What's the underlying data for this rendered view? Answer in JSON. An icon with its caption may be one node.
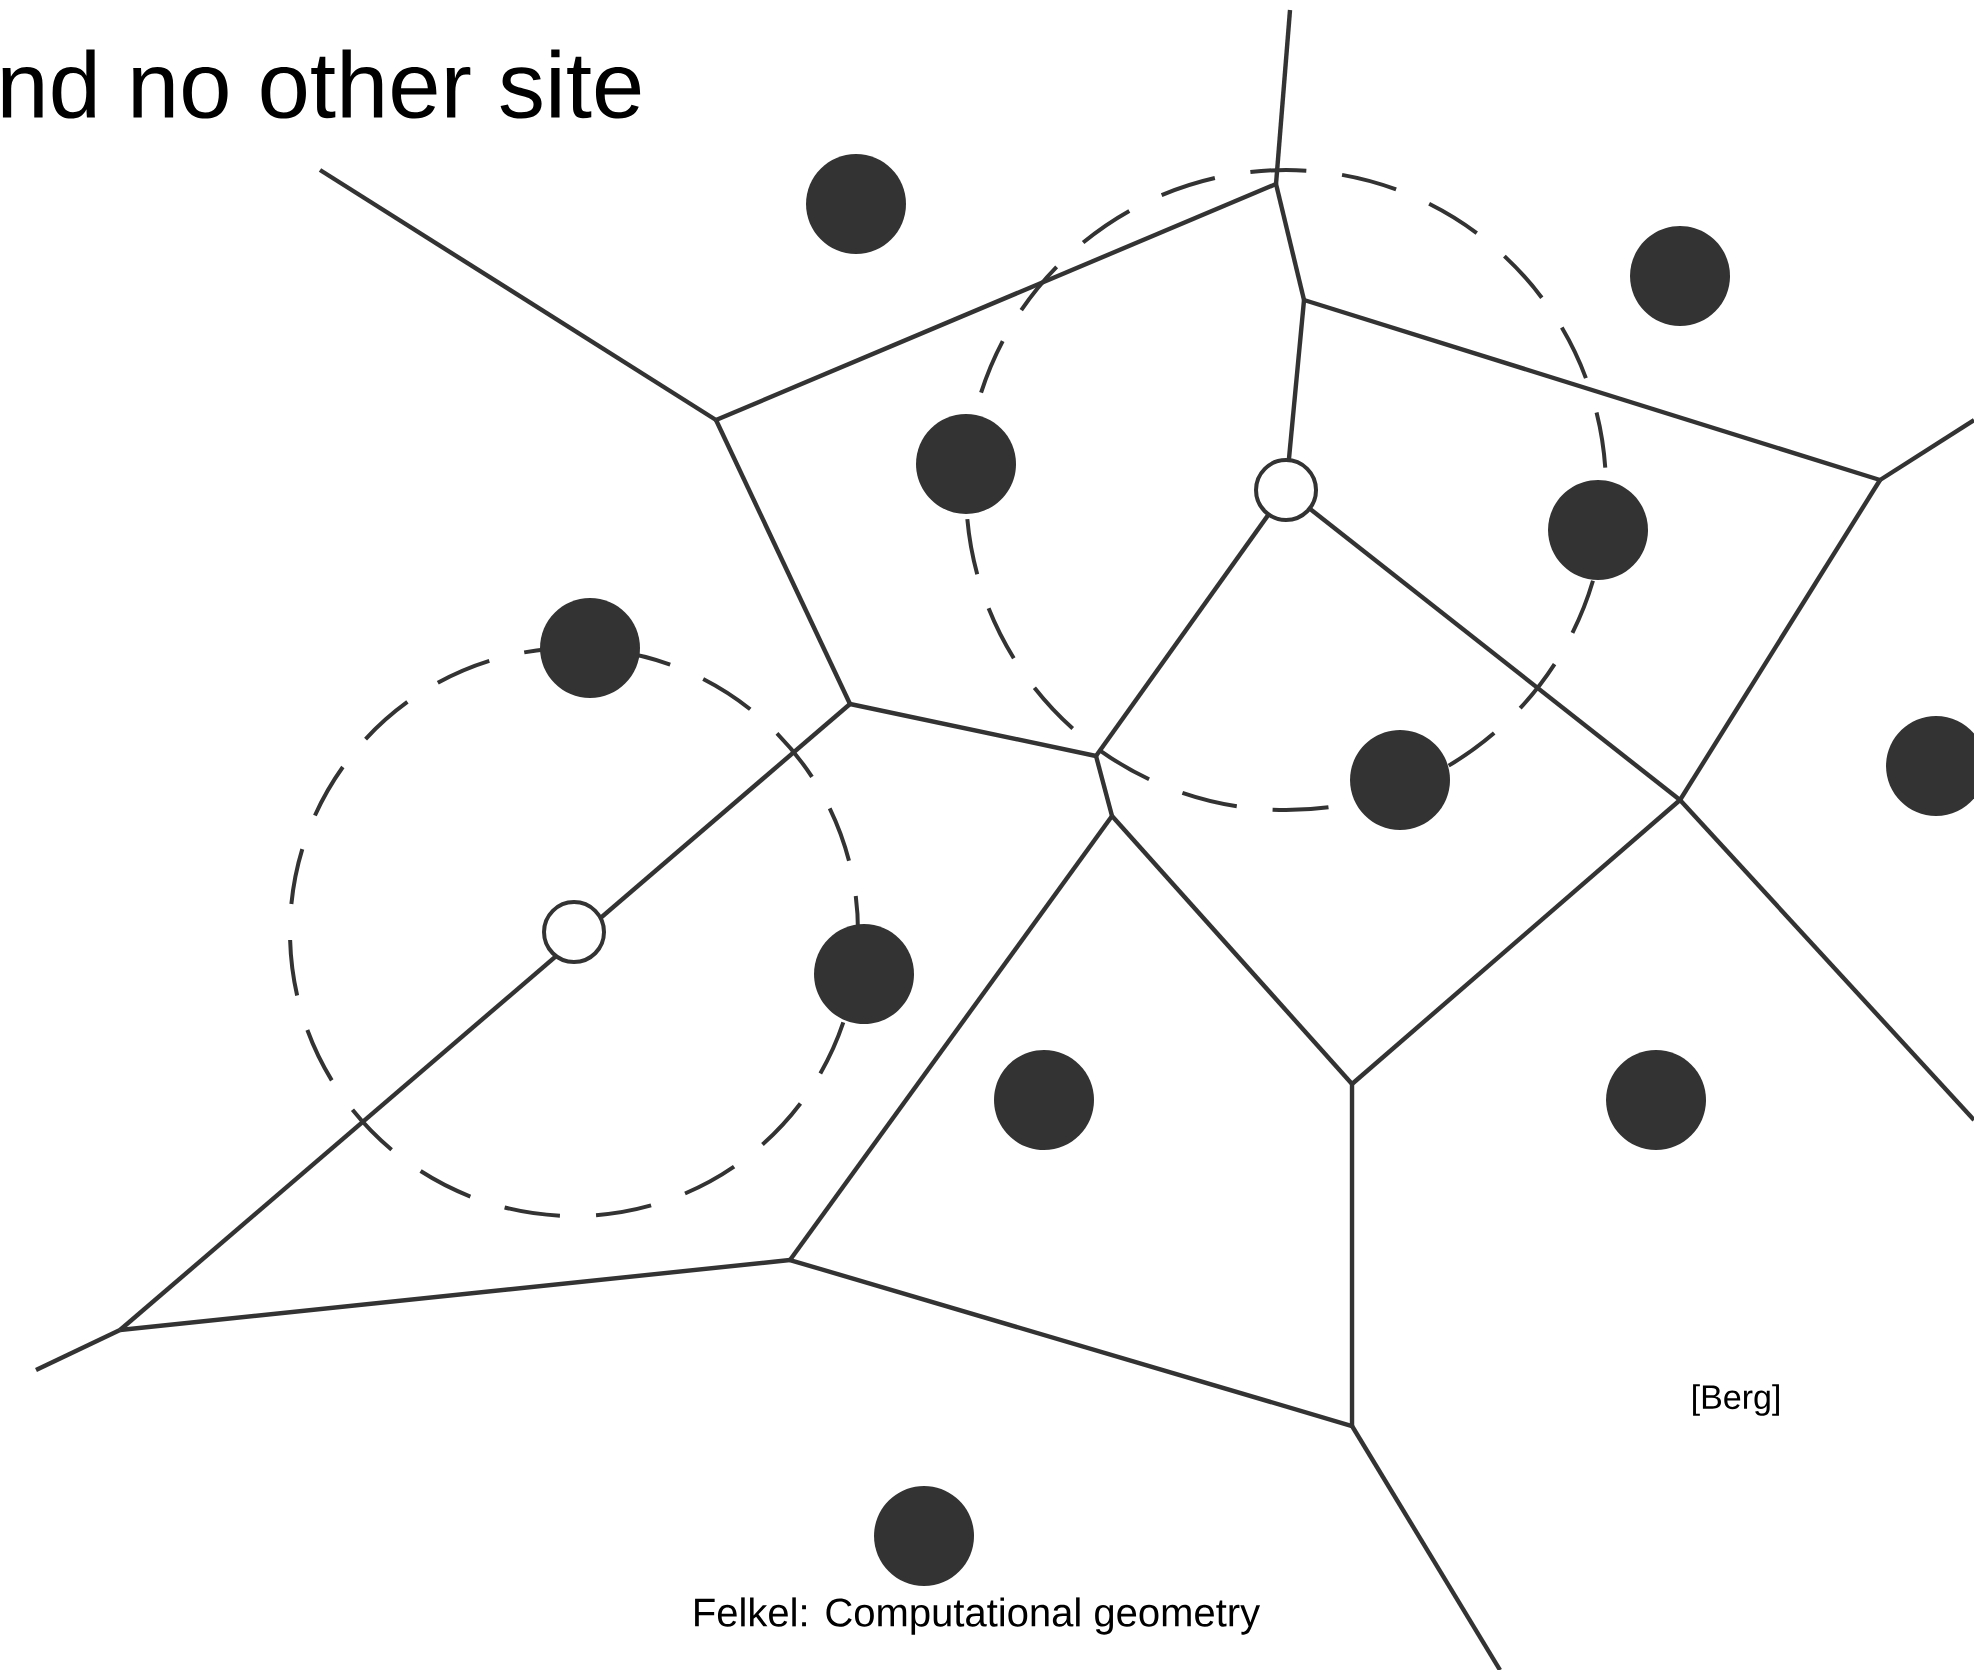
{
  "diagram": {
    "title": "nd no other site",
    "labels": [
      "[Berg]",
      "Felkel: Computational geometry"
    ]
  }
}
